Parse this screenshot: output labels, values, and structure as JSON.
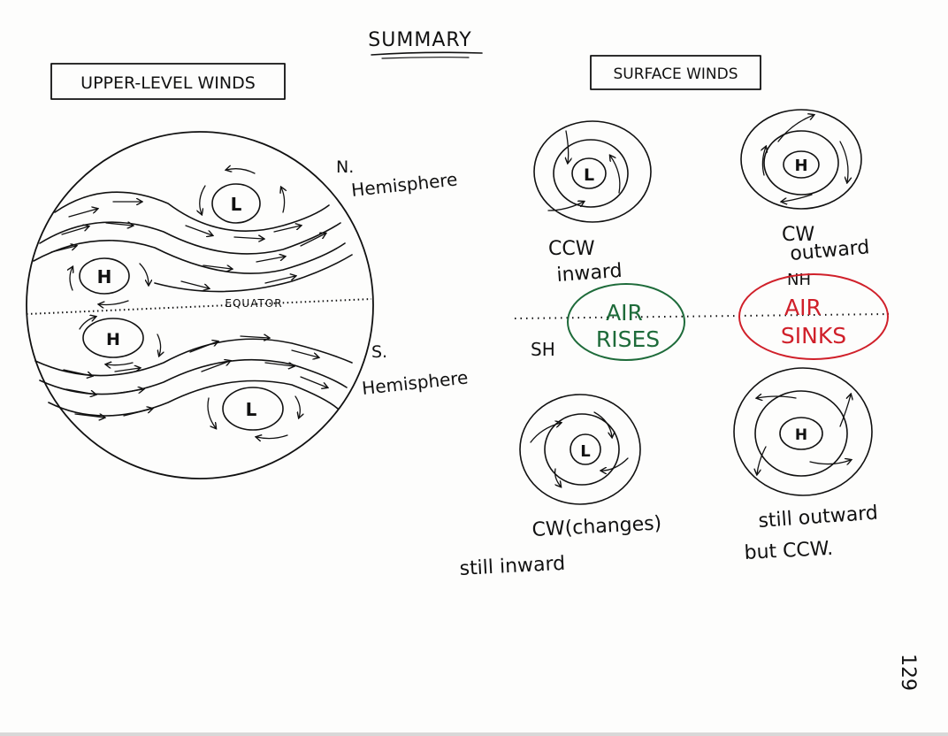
{
  "title": "SUMMARY",
  "upper": {
    "box_label": "UPPER-LEVEL WINDS",
    "n_label_1": "N.",
    "n_label_2": "Hemisphere",
    "s_label_1": "S.",
    "s_label_2": "Hemisphere",
    "equator": "EQUATOR",
    "high": "H",
    "low": "L"
  },
  "surface": {
    "box_label": "SURFACE WINDS",
    "nh_low": {
      "symbol": "L",
      "line1": "CCW",
      "line2": "inward"
    },
    "nh_high": {
      "symbol": "H",
      "line1": "CW",
      "line2": "outward"
    },
    "nh_tag": "NH",
    "sh_tag": "SH",
    "rises": {
      "line1": "AIR",
      "line2": "RISES"
    },
    "sinks": {
      "line1": "AIR",
      "line2": "SINKS"
    },
    "sh_low": {
      "symbol": "L",
      "line1": "CW(changes)",
      "line2": "still inward"
    },
    "sh_high": {
      "symbol": "H",
      "line1": "still outward",
      "line2": "but CCW."
    }
  },
  "page_number": "129",
  "colors": {
    "ink": "#111111",
    "green": "#1e6b3a",
    "red": "#d0202a"
  }
}
